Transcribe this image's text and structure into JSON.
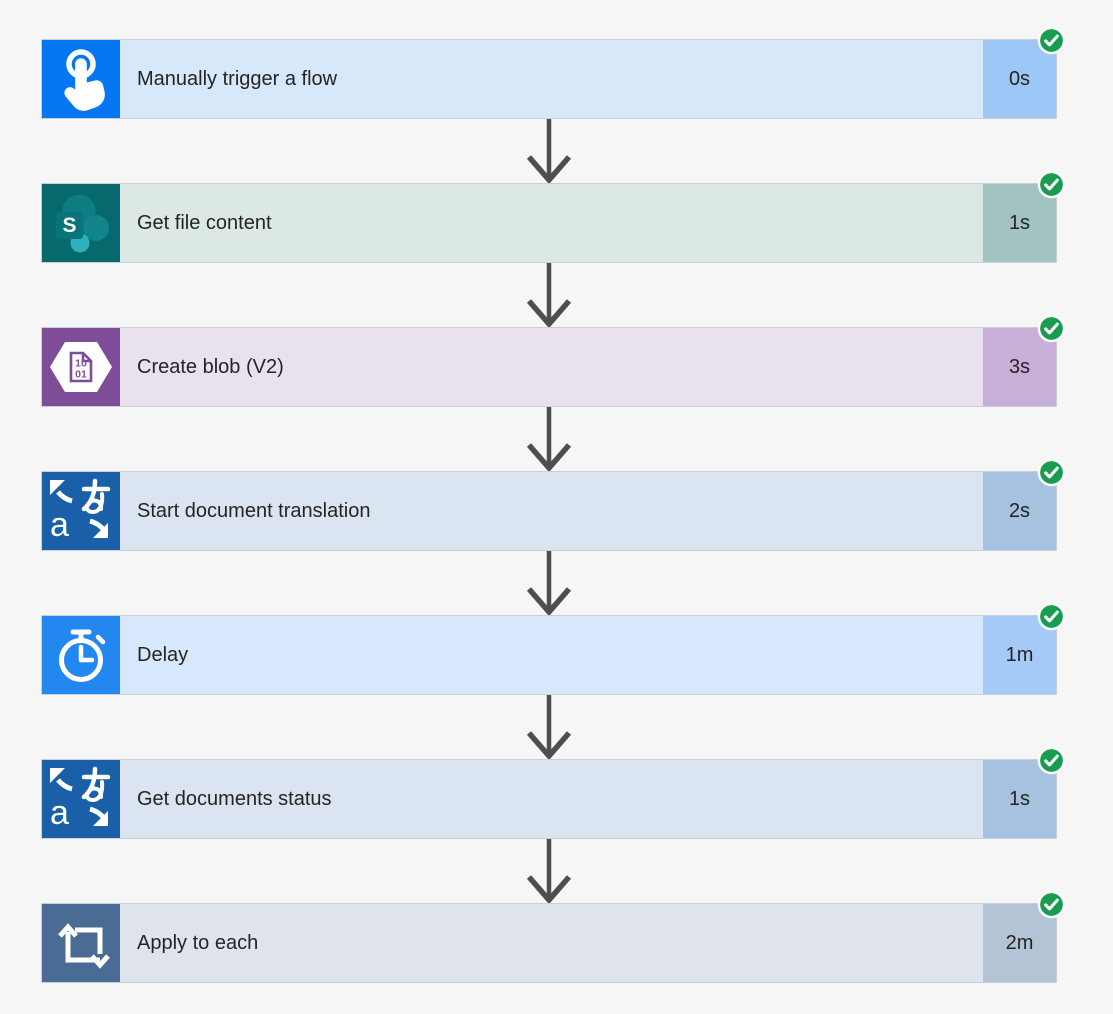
{
  "page": {
    "background_color": "#F6F6F6",
    "text_color": "#242424",
    "arrow_color": "#4E4E4E",
    "status_success_color": "#189C4E",
    "status_check_icon": "checkmark-icon"
  },
  "steps": [
    {
      "label": "Manually trigger a flow",
      "duration": "0s",
      "icon": "manual-trigger-touch-icon",
      "status": "succeeded",
      "colors": {
        "tile": "#0577F2",
        "body": "#D7E8FB",
        "duration_bg": "#9CC7F6"
      }
    },
    {
      "label": "Get file content",
      "duration": "1s",
      "icon": "sharepoint-icon",
      "status": "succeeded",
      "colors": {
        "tile": "#05696E",
        "body": "#DCE8E6",
        "duration_bg": "#A2C3C0"
      }
    },
    {
      "label": "Create blob (V2)",
      "duration": "3s",
      "icon": "blob-binary-document-icon",
      "status": "succeeded",
      "colors": {
        "tile": "#7F4C98",
        "body": "#E9E1EE",
        "duration_bg": "#C8AFD7"
      }
    },
    {
      "label": "Start document translation",
      "duration": "2s",
      "icon": "translator-icon",
      "status": "succeeded",
      "colors": {
        "tile": "#1A60A8",
        "body": "#DBE5F1",
        "duration_bg": "#A7C2E1"
      }
    },
    {
      "label": "Delay",
      "duration": "1m",
      "icon": "stopwatch-icon",
      "status": "succeeded",
      "colors": {
        "tile": "#2287EF",
        "body": "#D8E8FC",
        "duration_bg": "#A6CAF8"
      }
    },
    {
      "label": "Get documents status",
      "duration": "1s",
      "icon": "translator-icon",
      "status": "succeeded",
      "colors": {
        "tile": "#1A60A8",
        "body": "#DBE5F1",
        "duration_bg": "#A7C2E0"
      }
    },
    {
      "label": "Apply to each",
      "duration": "2m",
      "icon": "loop-icon",
      "status": "succeeded",
      "colors": {
        "tile": "#4A6C94",
        "body": "#DFE3EB",
        "duration_bg": "#B4C3D6"
      }
    }
  ]
}
